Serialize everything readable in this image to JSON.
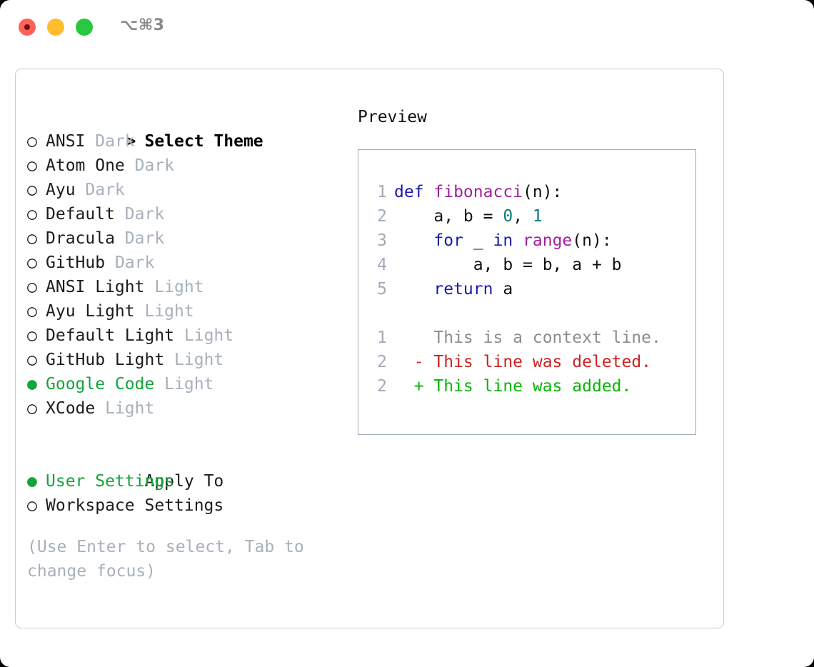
{
  "window": {
    "title": "⌥⌘3",
    "traffic_lights": [
      {
        "name": "close",
        "color": "#ff6159"
      },
      {
        "name": "minimize",
        "color": "#ffbd2e"
      },
      {
        "name": "zoom",
        "color": "#28c840"
      }
    ]
  },
  "colors": {
    "accent_green": "#13a43c",
    "muted": "#a8b0bb",
    "diff_add": "#06b506",
    "diff_del": "#cc2222",
    "diff_ctx": "#8d8d8d",
    "kw": "#1a1aae",
    "fn": "#a020a0",
    "num": "#0d7a7a",
    "panel_border": "#c9ccd1",
    "preview_border": "#a2abb8"
  },
  "theme_list": {
    "heading_marker": ">",
    "heading": "Select Theme",
    "bullet_unselected": "○",
    "bullet_selected": "●",
    "items": [
      {
        "name": "ANSI",
        "variant": "Dark",
        "selected": false
      },
      {
        "name": "Atom One",
        "variant": "Dark",
        "selected": false
      },
      {
        "name": "Ayu",
        "variant": "Dark",
        "selected": false
      },
      {
        "name": "Default",
        "variant": "Dark",
        "selected": false
      },
      {
        "name": "Dracula",
        "variant": "Dark",
        "selected": false
      },
      {
        "name": "GitHub",
        "variant": "Dark",
        "selected": false
      },
      {
        "name": "ANSI Light",
        "variant": "Light",
        "selected": false
      },
      {
        "name": "Ayu Light",
        "variant": "Light",
        "selected": false
      },
      {
        "name": "Default Light",
        "variant": "Light",
        "selected": false
      },
      {
        "name": "GitHub Light",
        "variant": "Light",
        "selected": false
      },
      {
        "name": "Google Code",
        "variant": "Light",
        "selected": true
      },
      {
        "name": "XCode",
        "variant": "Light",
        "selected": false
      }
    ]
  },
  "apply_to": {
    "title": "Apply To",
    "options": [
      {
        "name": "User Settings",
        "selected": true
      },
      {
        "name": "Workspace Settings",
        "selected": false
      }
    ]
  },
  "hint": "(Use Enter to select, Tab to change focus)",
  "preview": {
    "title": "Preview",
    "code_lines": [
      {
        "no": "1",
        "tokens": [
          {
            "t": "def ",
            "c": "kw"
          },
          {
            "t": "fibonacci",
            "c": "fn"
          },
          {
            "t": "(n):",
            "c": "pl"
          }
        ]
      },
      {
        "no": "2",
        "tokens": [
          {
            "t": "    a, b = ",
            "c": "pl"
          },
          {
            "t": "0",
            "c": "num"
          },
          {
            "t": ", ",
            "c": "pl"
          },
          {
            "t": "1",
            "c": "num"
          }
        ]
      },
      {
        "no": "3",
        "tokens": [
          {
            "t": "    for ",
            "c": "kw"
          },
          {
            "t": "_ ",
            "c": "pl"
          },
          {
            "t": "in ",
            "c": "kw"
          },
          {
            "t": "range",
            "c": "fn"
          },
          {
            "t": "(n):",
            "c": "pl"
          }
        ]
      },
      {
        "no": "4",
        "tokens": [
          {
            "t": "        a, b = b, a + b",
            "c": "pl"
          }
        ]
      },
      {
        "no": "5",
        "tokens": [
          {
            "t": "    return ",
            "c": "kw"
          },
          {
            "t": "a",
            "c": "pl"
          }
        ]
      }
    ],
    "diff_lines": [
      {
        "no": "1",
        "sign": " ",
        "text": "This is a context line.",
        "kind": "ctx"
      },
      {
        "no": "2",
        "sign": "-",
        "text": "This line was deleted.",
        "kind": "del"
      },
      {
        "no": "2",
        "sign": "+",
        "text": "This line was added.",
        "kind": "add"
      }
    ]
  }
}
